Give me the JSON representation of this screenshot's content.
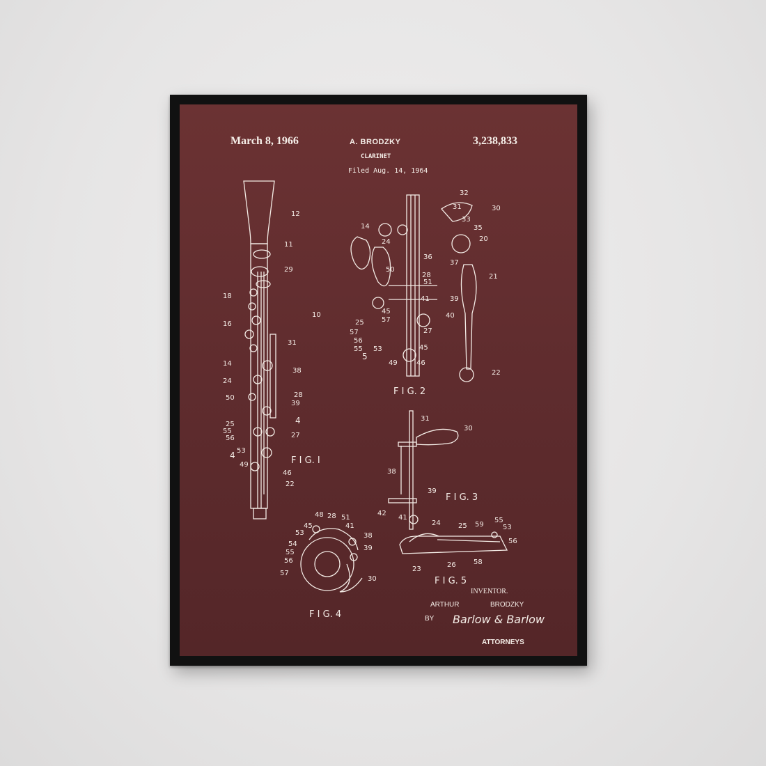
{
  "poster": {
    "date": "March 8, 1966",
    "inventor_header": "A. BRODZKY",
    "patent_number": "3,238,833",
    "title": "CLARINET",
    "filed": "Filed Aug. 14, 1964"
  },
  "figures": {
    "fig1": "F I G. I",
    "fig2": "F I G. 2",
    "fig3": "F I G. 3",
    "fig4": "F I G. 4",
    "fig5": "F I G. 5"
  },
  "signature": {
    "inventor_label": "INVENTOR.",
    "first_name": "ARTHUR",
    "last_name": "BRODZKY",
    "by": "BY",
    "signature_script": "Barlow & Barlow",
    "attorneys": "ATTORNEYS"
  },
  "colors": {
    "wall": "#e6e5e5",
    "frame": "#111111",
    "poster": "#5f2c2e",
    "ink": "#f4ece6"
  }
}
